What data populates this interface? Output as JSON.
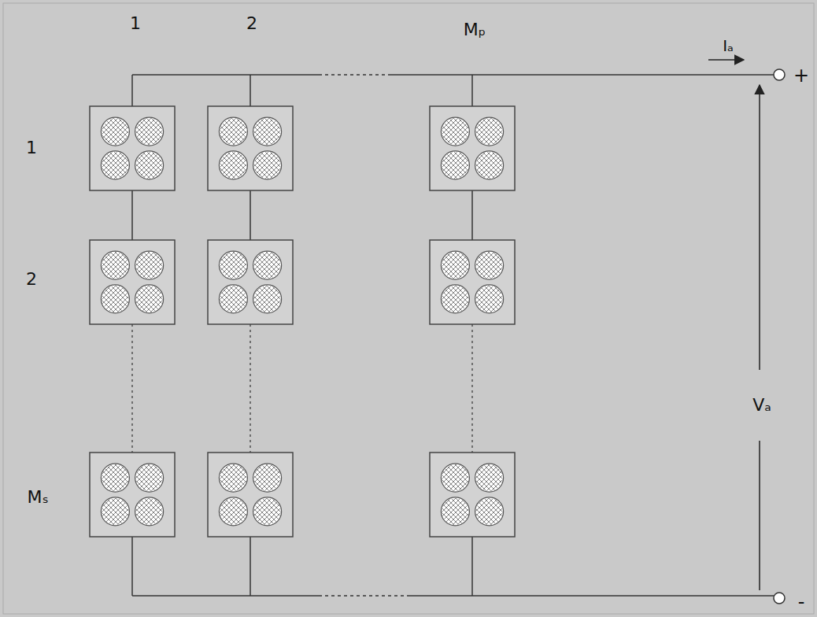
{
  "diagram": {
    "labels": [
      "1",
      "2",
      "Mₚ",
      "Iₐ",
      "+",
      "1",
      "2",
      "Mₛ",
      "Vₐ",
      "-"
    ]
  }
}
